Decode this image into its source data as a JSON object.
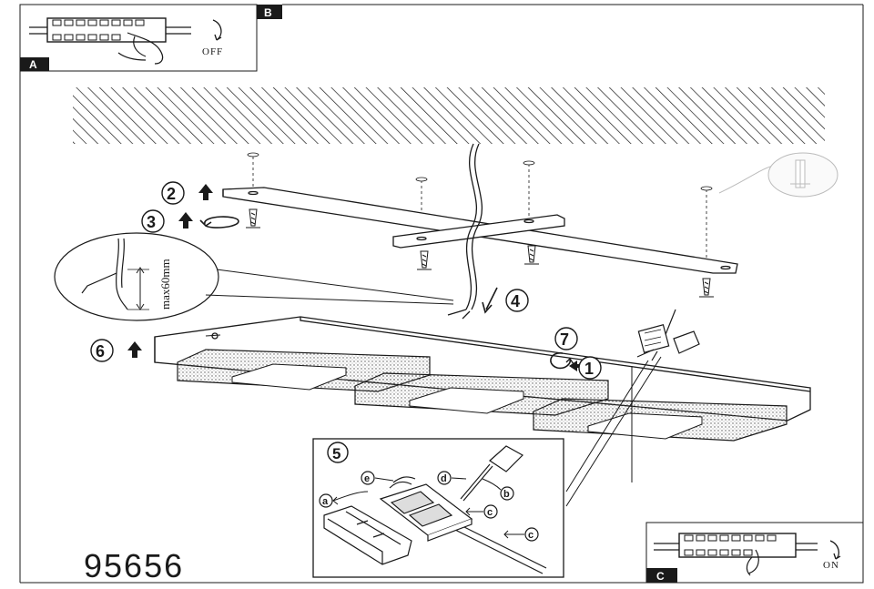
{
  "product_number": "95656",
  "panels": {
    "a": {
      "badge": "A",
      "switch_state": "OFF"
    },
    "b": {
      "badge": "B"
    },
    "c": {
      "badge": "C",
      "switch_state": "ON"
    }
  },
  "steps": {
    "s1": "1",
    "s2": "2",
    "s3": "3",
    "s4": "4",
    "s5": "5",
    "s6": "6",
    "s7": "7"
  },
  "detail_callout": {
    "max_cable": "max60mm"
  },
  "terminal_parts": {
    "a": "a",
    "b": "b",
    "c1": "c",
    "c2": "c",
    "d": "d",
    "e": "e"
  },
  "colors": {
    "line": "#1a1a1a",
    "badge_bg": "#1a1a1a",
    "badge_fg": "#ffffff"
  }
}
